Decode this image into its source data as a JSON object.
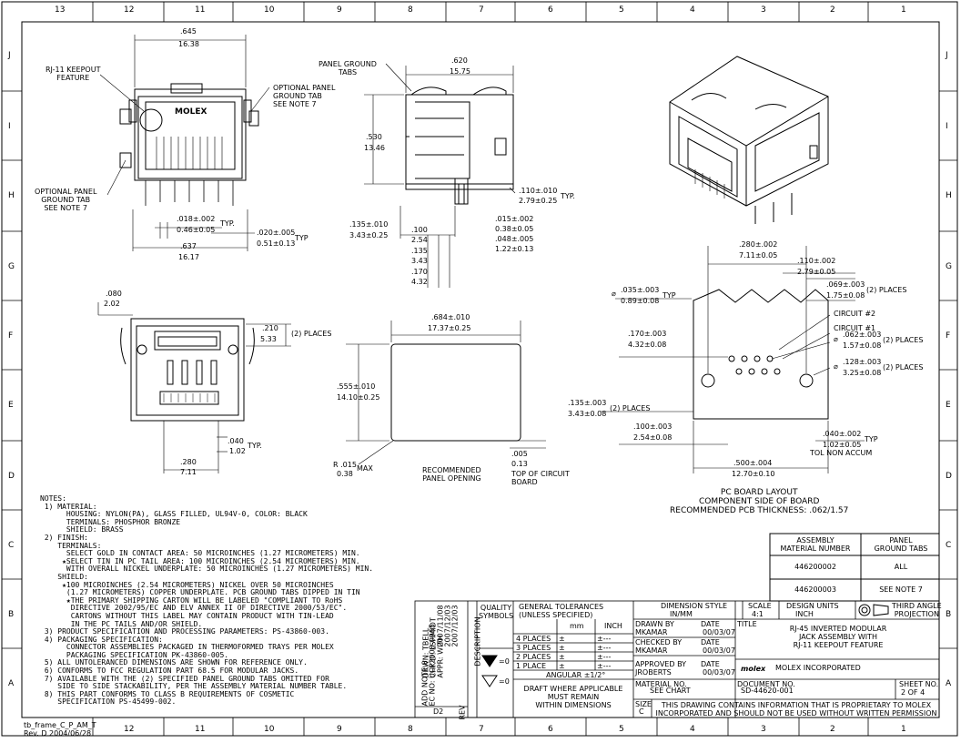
{
  "zones_top": [
    "13",
    "12",
    "11",
    "10",
    "9",
    "8",
    "7",
    "6",
    "5",
    "4",
    "3",
    "2",
    "1"
  ],
  "zones_side": [
    "J",
    "I",
    "H",
    "G",
    "F",
    "E",
    "D",
    "C",
    "B",
    "A"
  ],
  "labels": {
    "rj11": "RJ-11 KEEPOUT\nFEATURE",
    "opt_tab_right": "OPTIONAL PANEL\nGROUND TAB\nSEE NOTE 7",
    "opt_tab_left": "OPTIONAL PANEL\nGROUND TAB\nSEE NOTE 7",
    "panel_tabs": "PANEL GROUND\nTABS",
    "molex_face": "MOLEX",
    "recommended_panel": "RECOMMENDED\nPANEL OPENING",
    "top_of_board": "TOP OF CIRCUIT\nBOARD",
    "circuit2": "CIRCUIT #2",
    "circuit1": "CIRCUIT #1",
    "pcb_layout": "PC BOARD LAYOUT\nCOMPONENT SIDE OF BOARD\nRECOMMENDED PCB THICKNESS: .062/1.57",
    "tol_non_accum": "TOL NON ACCUM"
  },
  "dims": {
    "d645": ".645",
    "d1638": "16.38",
    "d620": ".620",
    "d1575": "15.75",
    "d530": ".530",
    "d1346": "13.46",
    "d110a": ".110±.010",
    "d279a": "2.79±0.25",
    "typ": "TYP.",
    "d018": ".018±.002",
    "d046": "0.46±0.05",
    "d020": ".020±.005",
    "d051": "0.51±0.13",
    "typ2": "TYP",
    "d637": ".637",
    "d1617": "16.17",
    "d135": ".135±.010",
    "d343": "3.43±0.25",
    "d100": ".100",
    "d254": "2.54",
    "d135b": ".135",
    "d343b": "3.43",
    "d170": ".170",
    "d432": "4.32",
    "d015": ".015±.002",
    "d038": "0.38±0.05",
    "d048": ".048±.005",
    "d122": "1.22±0.13",
    "d080": ".080",
    "d202": "2.02",
    "d210": ".210",
    "d533": "5.33",
    "places2": "(2) PLACES",
    "d040": ".040",
    "d102": "1.02",
    "d280": ".280",
    "d711": "7.11",
    "d684": ".684±.010",
    "d1737": "17.37±0.25",
    "d555": ".555±.010",
    "d1410": "14.10±0.25",
    "r015": "R .015",
    "r038": "0.38",
    "max": "MAX",
    "d005": ".005",
    "d013": "0.13",
    "p280": ".280±.002",
    "p711": "7.11±0.05",
    "p110": ".110±.002",
    "p279": "2.79±0.05",
    "p069": ".069±.003",
    "p175": "1.75±0.08",
    "p035": ".035±.003",
    "p089": "0.89±0.08",
    "p062": ".062±.003",
    "p157": "1.57±0.08",
    "p128": ".128±.003",
    "p325": "3.25±0.08",
    "p170": ".170±.003",
    "p432": "4.32±0.08",
    "p135": ".135±.003",
    "p343": "3.43±0.08",
    "p100": ".100±.003",
    "p254": "2.54±0.08",
    "p040": ".040±.002",
    "p102": "1.02±0.05",
    "p500": ".500±.004",
    "p1270": "12.70±0.10",
    "phi": "⌀"
  },
  "notes": [
    "NOTES:",
    " 1) MATERIAL:",
    "      HOUSING: NYLON(PA), GLASS FILLED, UL94V-0, COLOR: BLACK",
    "      TERMINALS: PHOSPHOR BRONZE",
    "      SHIELD: BRASS",
    " 2) FINISH:",
    "    TERMINALS:",
    "      SELECT GOLD IN CONTACT AREA: 50 MICROINCHES (1.27 MICROMETERS) MIN.",
    "     ★SELECT TIN IN PC TAIL AREA: 100 MICROINCHES (2.54 MICROMETERS) MIN.",
    "      WITH OVERALL NICKEL UNDERPLATE: 50 MICROINCHES (1.27 MICROMETERS) MIN.",
    "    SHIELD:",
    "     ★100 MICROINCHES (2.54 MICROMETERS) NICKEL OVER 50 MICROINCHES",
    "      (1.27 MICROMETERS) COPPER UNDERPLATE. PCB GROUND TABS DIPPED IN TIN",
    "      ★THE PRIMARY SHIPPING CARTON WILL BE LABELED \"COMPLIANT TO RoHS",
    "       DIRECTIVE 2002/95/EC AND ELV ANNEX II OF DIRECTIVE 2000/53/EC\".",
    "       CARTONS WITHOUT THIS LABEL MAY CONTAIN PRODUCT WITH TIN-LEAD",
    "       IN THE PC TAILS AND/OR SHIELD.",
    " 3) PRODUCT SPECIFICATION AND PROCESSING PARAMETERS: PS-43860-003.",
    " 4) PACKAGING SPECIFICATION:",
    "      CONNECTOR ASSEMBLIES PACKAGED IN THERMOFORMED TRAYS PER MOLEX",
    "      PACKAGING SPECIFICATION PK-43860-005.",
    " 5) ALL UNTOLERANCED DIMENSIONS ARE SHOWN FOR REFERENCE ONLY.",
    " 6) CONFORMS TO FCC REGULATION PART 68.5 FOR MODULAR JACKS.",
    " 7) AVAILABLE WITH THE (2) SPECIFIED PANEL GROUND TABS OMITTED FOR",
    "    SIDE TO SIDE STACKABILITY, PER THE ASSEMBLY MATERIAL NUMBER TABLE.",
    " 8) THIS PART CONFORMS TO CLASS B REQUIREMENTS OF COSMETIC",
    "    SPECIFICATION PS-45499-002."
  ],
  "assembly_table": {
    "h1": "ASSEMBLY\nMATERIAL NUMBER",
    "h2": "PANEL\nGROUND TABS",
    "r1c1": "446200002",
    "r1c2": "ALL",
    "r2c1": "446200003",
    "r2c2": "SEE NOTE 7"
  },
  "title_block": {
    "rev_add": "ADD NOTE 8",
    "ecn": "EC NO: UCP2008-0965",
    "drwn": "DRWN: TBELL",
    "chkd": "CHK'D: LSHMIDT",
    "appr": "APPR: WITH",
    "date1": "2007/11/08",
    "date2": "2007/12/03",
    "date3": "2007/12/03",
    "rev": "D2",
    "rev_label": "REV",
    "desc_label": "DESCRIPTION",
    "quality": "QUALITY\nSYMBOLS",
    "gen_tol": "GENERAL TOLERANCES\n(UNLESS SPECIFIED)",
    "mm": "mm",
    "inch": "INCH",
    "p4": "4 PLACES",
    "p3": "3 PLACES",
    "p2": "2 PLACES",
    "p1": "1 PLACE",
    "pm": "±",
    "pmd": "±---",
    "angular": "ANGULAR ±1/2°",
    "draft": "DRAFT WHERE APPLICABLE\nMUST REMAIN\nWITHIN DIMENSIONS",
    "dim_style_l": "DIMENSION STYLE",
    "dim_style": "IN/MM",
    "scale_l": "SCALE",
    "scale": "4:1",
    "units_l": "DESIGN UNITS",
    "units": "INCH",
    "projection": "THIRD ANGLE\nPROJECTION",
    "drawn_l": "DRAWN BY",
    "drawn": "MKAMAR",
    "date_l": "DATE",
    "drawn_date": "00/03/07",
    "checked_l": "CHECKED BY",
    "checked": "MKAMAR",
    "checked_date": "00/03/07",
    "approved_l": "APPROVED BY",
    "approved": "JROBERTS",
    "approved_date": "00/03/07",
    "title_l": "TITLE",
    "title": "RJ-45 INVERTED MODULAR\nJACK ASSEMBLY WITH\nRJ-11 KEEPOUT FEATURE",
    "molex_logo": "molex",
    "company": "MOLEX INCORPORATED",
    "material_l": "MATERIAL NO.",
    "material": "SEE CHART",
    "doc_l": "DOCUMENT NO.",
    "doc": "SD-44620-001",
    "sheet_l": "SHEET NO.",
    "sheet": "2 OF 4",
    "size_l": "SIZE",
    "size": "C",
    "proprietary": "THIS DRAWING CONTAINS INFORMATION THAT IS PROPRIETARY TO MOLEX\nINCORPORATED AND SHOULD NOT BE USED WITHOUT WRITTEN PERMISSION"
  },
  "footer": "tb_frame_C_P_AM_T\nRev. D 2004/06/28"
}
